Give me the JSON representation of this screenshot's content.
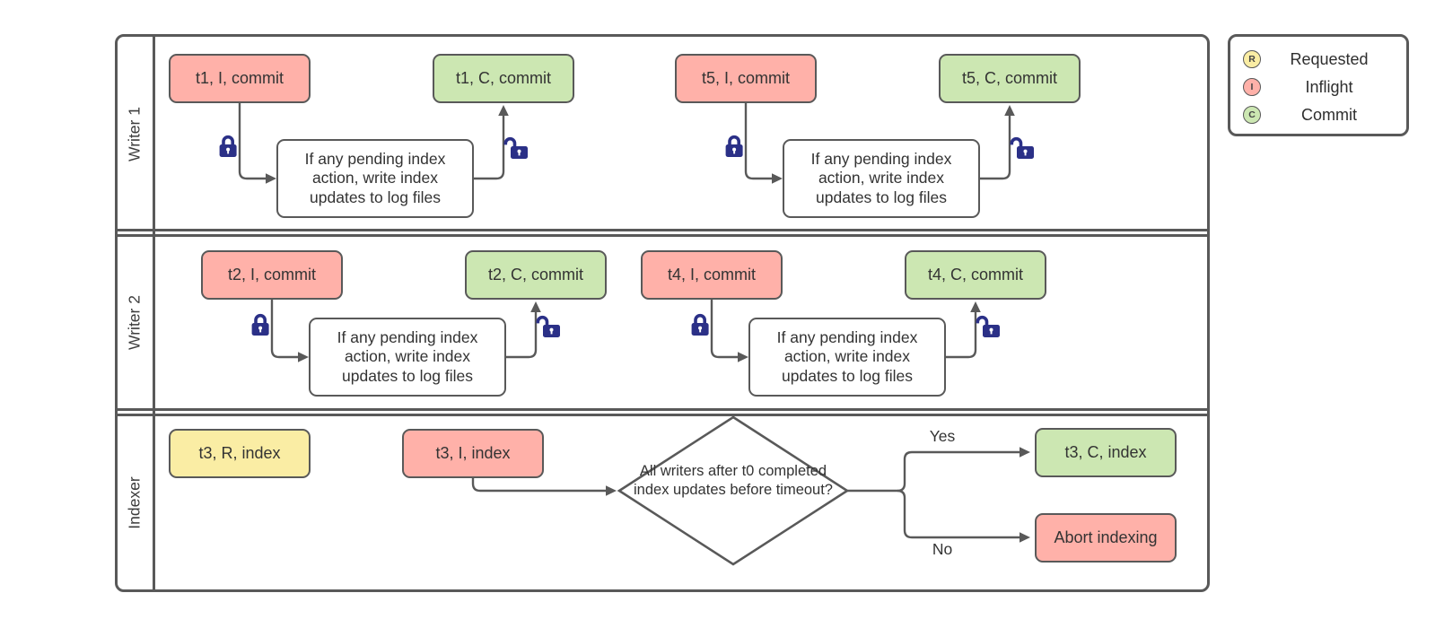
{
  "diagram": {
    "lanes": [
      {
        "label": "Writer 1"
      },
      {
        "label": "Writer 2"
      },
      {
        "label": "Indexer"
      }
    ],
    "writer_groups": [
      {
        "inflight": "t1, I, commit",
        "commit": "t1, C, commit",
        "process": "If any pending index action, write index updates to log files"
      },
      {
        "inflight": "t5, I, commit",
        "commit": "t5, C, commit",
        "process": "If any pending index action, write index updates to log files"
      },
      {
        "inflight": "t2, I, commit",
        "commit": "t2, C, commit",
        "process": "If any pending index action, write index updates to log files"
      },
      {
        "inflight": "t4, I, commit",
        "commit": "t4, C, commit",
        "process": "If any pending index action, write index updates to log files"
      }
    ],
    "indexer": {
      "requested": "t3, R, index",
      "inflight": "t3, I, index",
      "decision": "All writers after t0 completed index updates before timeout?",
      "yes_label": "Yes",
      "no_label": "No",
      "commit": "t3, C, index",
      "abort": "Abort indexing"
    },
    "legend": {
      "items": [
        {
          "letter": "R",
          "label": "Requested",
          "color": "#FAEDA4"
        },
        {
          "letter": "I",
          "label": "Inflight",
          "color": "#FFB1A9"
        },
        {
          "letter": "C",
          "label": "Commit",
          "color": "#CCE7B2"
        }
      ]
    },
    "colors": {
      "requested_fill": "#FAEDA4",
      "inflight_fill": "#FFB1A9",
      "commit_fill": "#CCE7B2",
      "stroke": "#595959",
      "lock": "#2B3087"
    }
  }
}
